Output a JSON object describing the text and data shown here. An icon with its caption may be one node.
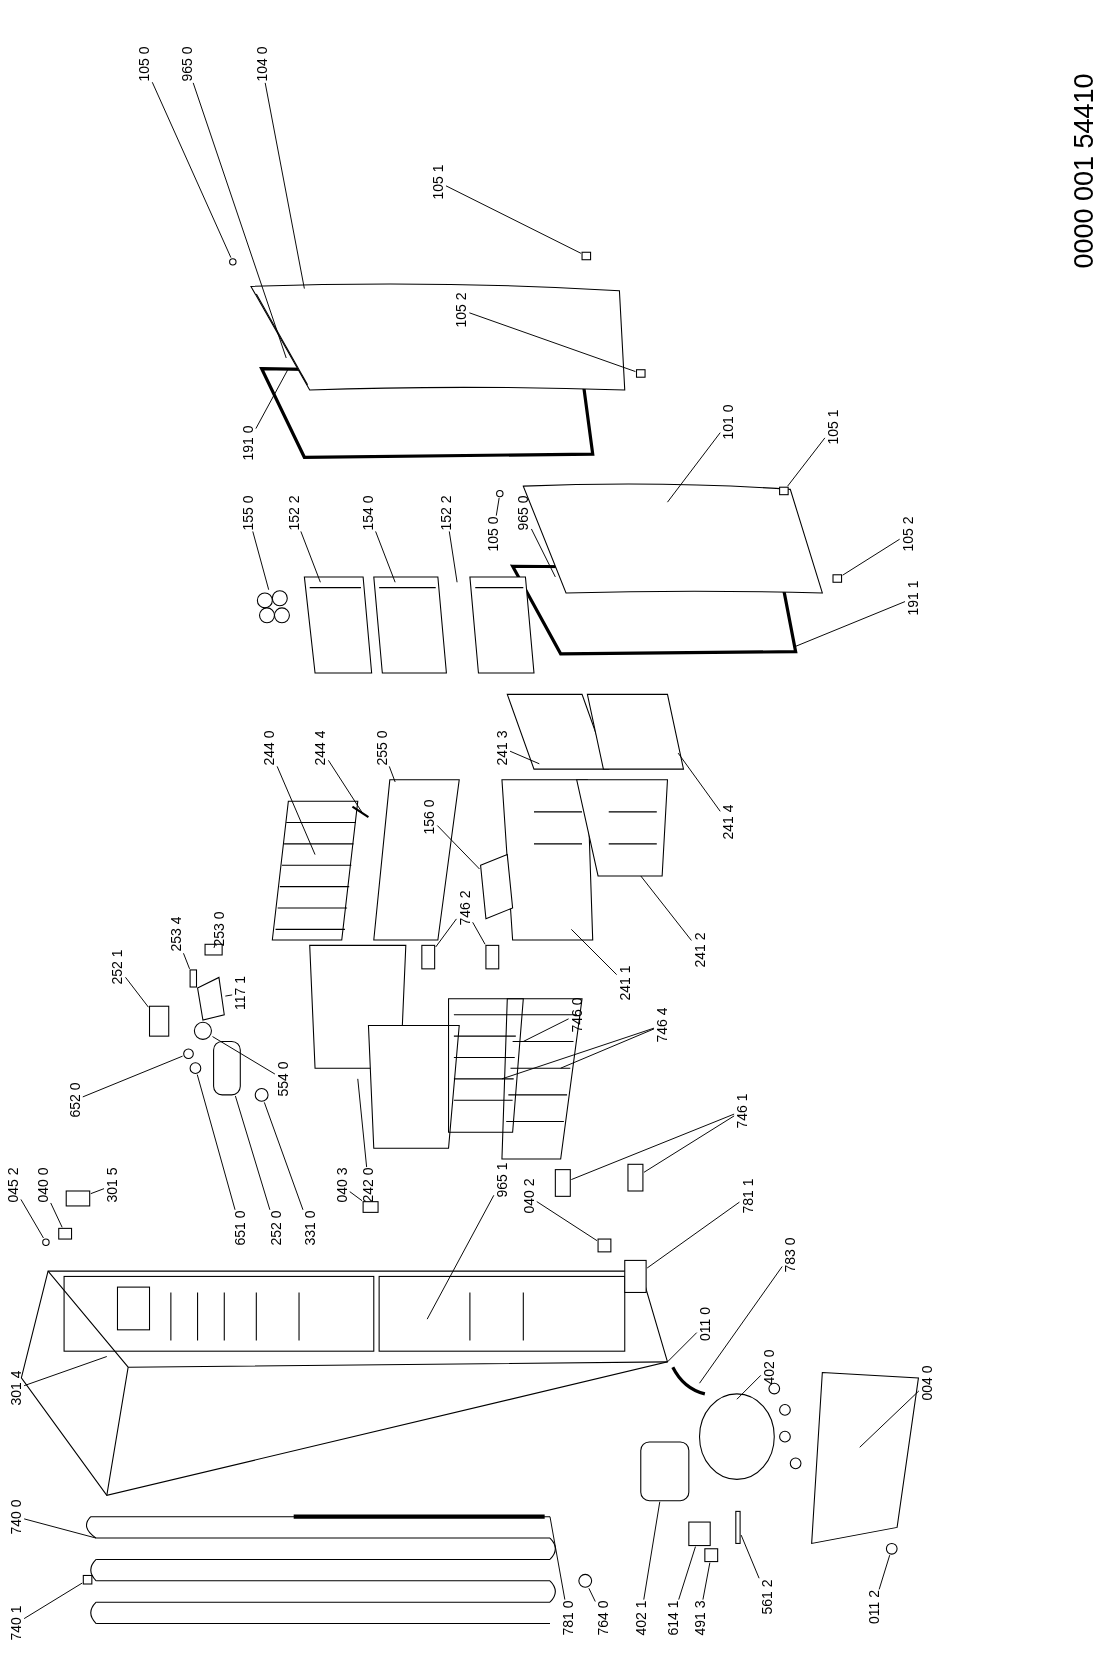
{
  "diagram": {
    "nodes": [
      {
        "text": [
          "105 0"
        ]
      },
      {
        "text": [
          "965 0"
        ]
      },
      {
        "text": [
          "104 0"
        ]
      },
      {
        "text": [
          "105 1"
        ]
      },
      {
        "text": [
          "105 2"
        ]
      },
      {
        "text": [
          "191 0"
        ]
      },
      {
        "text": [
          "101 0"
        ]
      },
      {
        "text": [
          "105 1"
        ]
      },
      {
        "text": [
          "155 0"
        ]
      },
      {
        "text": [
          "152 2"
        ]
      },
      {
        "text": [
          "154 0"
        ]
      },
      {
        "text": [
          "152 2"
        ]
      },
      {
        "text": [
          "105 0"
        ]
      },
      {
        "text": [
          "965 0"
        ]
      },
      {
        "text": [
          "105 2"
        ]
      },
      {
        "text": [
          "191 1"
        ]
      },
      {
        "text": [
          "244 0"
        ]
      },
      {
        "text": [
          "244 4"
        ]
      },
      {
        "text": [
          "255 0"
        ]
      },
      {
        "text": [
          "241 3"
        ]
      },
      {
        "text": [
          "156 0"
        ]
      },
      {
        "text": [
          "241 4"
        ]
      },
      {
        "text": [
          "253 0"
        ]
      },
      {
        "text": [
          "253 4"
        ]
      },
      {
        "text": [
          "746 2"
        ]
      },
      {
        "text": [
          "241 2"
        ]
      },
      {
        "text": [
          "252 1"
        ]
      },
      {
        "text": [
          "117 1"
        ]
      },
      {
        "text": [
          "241 1"
        ]
      },
      {
        "text": [
          "746 0"
        ]
      },
      {
        "text": [
          "746 4"
        ]
      },
      {
        "text": [
          "554 0"
        ]
      },
      {
        "text": [
          "652 0"
        ]
      },
      {
        "text": [
          "746 1"
        ]
      },
      {
        "text": [
          "301 5"
        ]
      },
      {
        "text": [
          "045 2"
        ]
      },
      {
        "text": [
          "040 0"
        ]
      },
      {
        "text": [
          "040 3"
        ]
      },
      {
        "text": [
          "965 1"
        ]
      },
      {
        "text": [
          "040 2"
        ]
      },
      {
        "text": [
          "781 1"
        ]
      },
      {
        "text": [
          "651 0"
        ]
      },
      {
        "text": [
          "252 0"
        ]
      },
      {
        "text": [
          "331 0"
        ]
      },
      {
        "text": [
          "242 0"
        ]
      },
      {
        "text": [
          "783 0"
        ]
      },
      {
        "text": [
          "011 0"
        ]
      },
      {
        "text": [
          "402 0"
        ]
      },
      {
        "text": [
          "004 0"
        ]
      },
      {
        "text": [
          "301 4"
        ]
      },
      {
        "text": [
          "740 0"
        ]
      },
      {
        "text": [
          "740 1"
        ]
      },
      {
        "text": [
          "561 2"
        ]
      },
      {
        "text": [
          "011 2"
        ]
      },
      {
        "text": [
          "781 0"
        ]
      },
      {
        "text": [
          "764 0"
        ]
      },
      {
        "text": [
          "402 1"
        ]
      },
      {
        "text": [
          "614 1"
        ]
      },
      {
        "text": [
          "491 3"
        ]
      },
      {
        "text": [],
        "shape": "circle"
      },
      {
        "text": [],
        "shape": "box"
      },
      {
        "text": [],
        "shape": "box"
      },
      {
        "text": [],
        "shape": "circle"
      },
      {
        "text": [],
        "shape": "box"
      },
      {
        "text": [],
        "shape": "box"
      },
      {
        "text": [],
        "shape": "box"
      },
      {
        "text": [],
        "shape": "box"
      },
      {
        "text": [],
        "shape": "box"
      },
      {
        "text": [],
        "shape": "box"
      },
      {
        "text": [],
        "shape": "box"
      },
      {
        "text": [],
        "shape": "box"
      },
      {
        "text": [],
        "shape": "circle"
      },
      {
        "text": [],
        "shape": "box"
      },
      {
        "text": [],
        "shape": "box"
      },
      {
        "text": [],
        "shape": "box"
      },
      {
        "text": [],
        "shape": "box"
      },
      {
        "text": [],
        "shape": "circle"
      },
      {
        "text": [],
        "shape": "circle"
      },
      {
        "text": [],
        "shape": "circle"
      },
      {
        "text": [],
        "shape": "circle"
      },
      {
        "text": [],
        "shape": "box"
      },
      {
        "text": [],
        "shape": "box"
      },
      {
        "text": [],
        "shape": "box"
      },
      {
        "text": [],
        "shape": "box"
      },
      {
        "text": [],
        "shape": "circle"
      },
      {
        "text": [],
        "shape": "bar"
      },
      {
        "text": [],
        "shape": "picture"
      },
      {
        "text": [],
        "shape": "picture"
      },
      {
        "text": [],
        "shape": "picture"
      },
      {
        "text": [],
        "shape": "bar"
      },
      {
        "text": [],
        "shape": "box"
      },
      {
        "text": [],
        "shape": "circle"
      },
      {
        "text": [],
        "shape": "box"
      }
    ],
    "edges": [
      {
        "from": 0,
        "to": 59,
        "arrow": "none"
      },
      {
        "from": 1,
        "to": null,
        "arrow": "none"
      },
      {
        "from": 2,
        "to": null,
        "arrow": "none"
      },
      {
        "from": 3,
        "to": 60,
        "arrow": "none"
      },
      {
        "from": 4,
        "to": 61,
        "arrow": "none"
      },
      {
        "from": 5,
        "to": null,
        "arrow": "none"
      },
      {
        "from": 6,
        "to": null,
        "arrow": "none"
      },
      {
        "from": 7,
        "to": 63,
        "arrow": "none"
      },
      {
        "from": 8,
        "to": 86,
        "arrow": "none"
      },
      {
        "from": 9,
        "to": null,
        "arrow": "none"
      },
      {
        "from": 10,
        "to": null,
        "arrow": "none"
      },
      {
        "from": 11,
        "to": null,
        "arrow": "none"
      },
      {
        "from": 12,
        "to": 62,
        "arrow": "none"
      },
      {
        "from": 13,
        "to": null,
        "arrow": "none"
      },
      {
        "from": 14,
        "to": 64,
        "arrow": "none"
      },
      {
        "from": 15,
        "to": null,
        "arrow": "none"
      },
      {
        "from": 16,
        "to": null,
        "arrow": "none"
      },
      {
        "from": 17,
        "to": null,
        "arrow": "none"
      },
      {
        "from": 18,
        "to": null,
        "arrow": "none"
      },
      {
        "from": 19,
        "to": null,
        "arrow": "none"
      },
      {
        "from": 20,
        "to": 87,
        "arrow": "none"
      },
      {
        "from": 21,
        "to": null,
        "arrow": "none"
      },
      {
        "from": 22,
        "to": 90,
        "arrow": "none"
      },
      {
        "from": 23,
        "to": 89,
        "arrow": "none"
      },
      {
        "from": 24,
        "to": 65,
        "arrow": "none"
      },
      {
        "from": 24,
        "to": 66,
        "arrow": "none"
      },
      {
        "from": 25,
        "to": null,
        "arrow": "none"
      },
      {
        "from": 26,
        "to": 67,
        "arrow": "none"
      },
      {
        "from": 27,
        "to": 88,
        "arrow": "none"
      },
      {
        "from": 28,
        "to": null,
        "arrow": "none"
      },
      {
        "from": 29,
        "to": null,
        "arrow": "none"
      },
      {
        "from": 30,
        "to": null,
        "arrow": "none"
      },
      {
        "from": 30,
        "to": null,
        "arrow": "none"
      },
      {
        "from": 31,
        "to": 84,
        "arrow": "none"
      },
      {
        "from": 32,
        "to": 91,
        "arrow": "none"
      },
      {
        "from": 33,
        "to": 68,
        "arrow": "none"
      },
      {
        "from": 33,
        "to": 69,
        "arrow": "none"
      },
      {
        "from": 34,
        "to": 70,
        "arrow": "none"
      },
      {
        "from": 35,
        "to": 71,
        "arrow": "none"
      },
      {
        "from": 36,
        "to": 72,
        "arrow": "none"
      },
      {
        "from": 37,
        "to": 73,
        "arrow": "none"
      },
      {
        "from": 38,
        "to": null,
        "arrow": "none"
      },
      {
        "from": 39,
        "to": 74,
        "arrow": "none"
      },
      {
        "from": 40,
        "to": 75,
        "arrow": "none"
      },
      {
        "from": 41,
        "to": 76,
        "arrow": "none"
      },
      {
        "from": 42,
        "to": 83,
        "arrow": "none"
      },
      {
        "from": 43,
        "to": 77,
        "arrow": "none"
      },
      {
        "from": 44,
        "to": null,
        "arrow": "none"
      },
      {
        "from": 45,
        "to": null,
        "arrow": "none"
      },
      {
        "from": 46,
        "to": null,
        "arrow": "none"
      },
      {
        "from": 47,
        "to": null,
        "arrow": "none"
      },
      {
        "from": 48,
        "to": null,
        "arrow": "none"
      },
      {
        "from": 49,
        "to": null,
        "arrow": "none"
      },
      {
        "from": 50,
        "to": null,
        "arrow": "none"
      },
      {
        "from": 51,
        "to": 82,
        "arrow": "none"
      },
      {
        "from": 52,
        "to": 85,
        "arrow": "none"
      },
      {
        "from": 53,
        "to": 78,
        "arrow": "none"
      },
      {
        "from": 54,
        "to": null,
        "arrow": "none"
      },
      {
        "from": 55,
        "to": 79,
        "arrow": "none"
      },
      {
        "from": 56,
        "to": 92,
        "arrow": "none"
      },
      {
        "from": 57,
        "to": 80,
        "arrow": "none"
      },
      {
        "from": 58,
        "to": 81,
        "arrow": "none"
      }
    ],
    "labels": [
      "0000 001 54410"
    ]
  }
}
